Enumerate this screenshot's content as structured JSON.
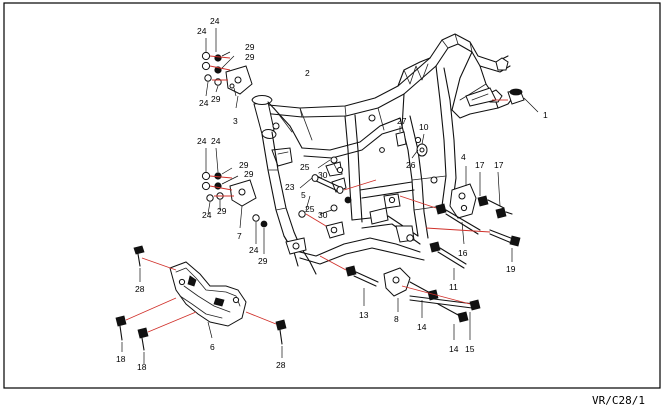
{
  "diagram": {
    "reference_code": "VR/C28/1",
    "callouts": {
      "c1": "1",
      "c2": "2",
      "c3": "3",
      "c4": "4",
      "c5": "5",
      "c6": "6",
      "c7": "7",
      "c8": "8",
      "c10": "10",
      "c11": "11",
      "c13": "13",
      "c14a": "14",
      "c14b": "14",
      "c15": "15",
      "c16": "16",
      "c17a": "17",
      "c17b": "17",
      "c18a": "18",
      "c18b": "18",
      "c19": "19",
      "c23": "23",
      "c24a": "24",
      "c24b": "24",
      "c24c": "24",
      "c24d": "24",
      "c24e": "24",
      "c24f": "24",
      "c24g": "24",
      "c25a": "25",
      "c25b": "25",
      "c26": "26",
      "c27": "27",
      "c28a": "28",
      "c28b": "28",
      "c29a": "29",
      "c29b": "29",
      "c29c": "29",
      "c29d": "29",
      "c29e": "29",
      "c29f": "29",
      "c29g": "29",
      "c30a": "30",
      "c30b": "30"
    }
  }
}
